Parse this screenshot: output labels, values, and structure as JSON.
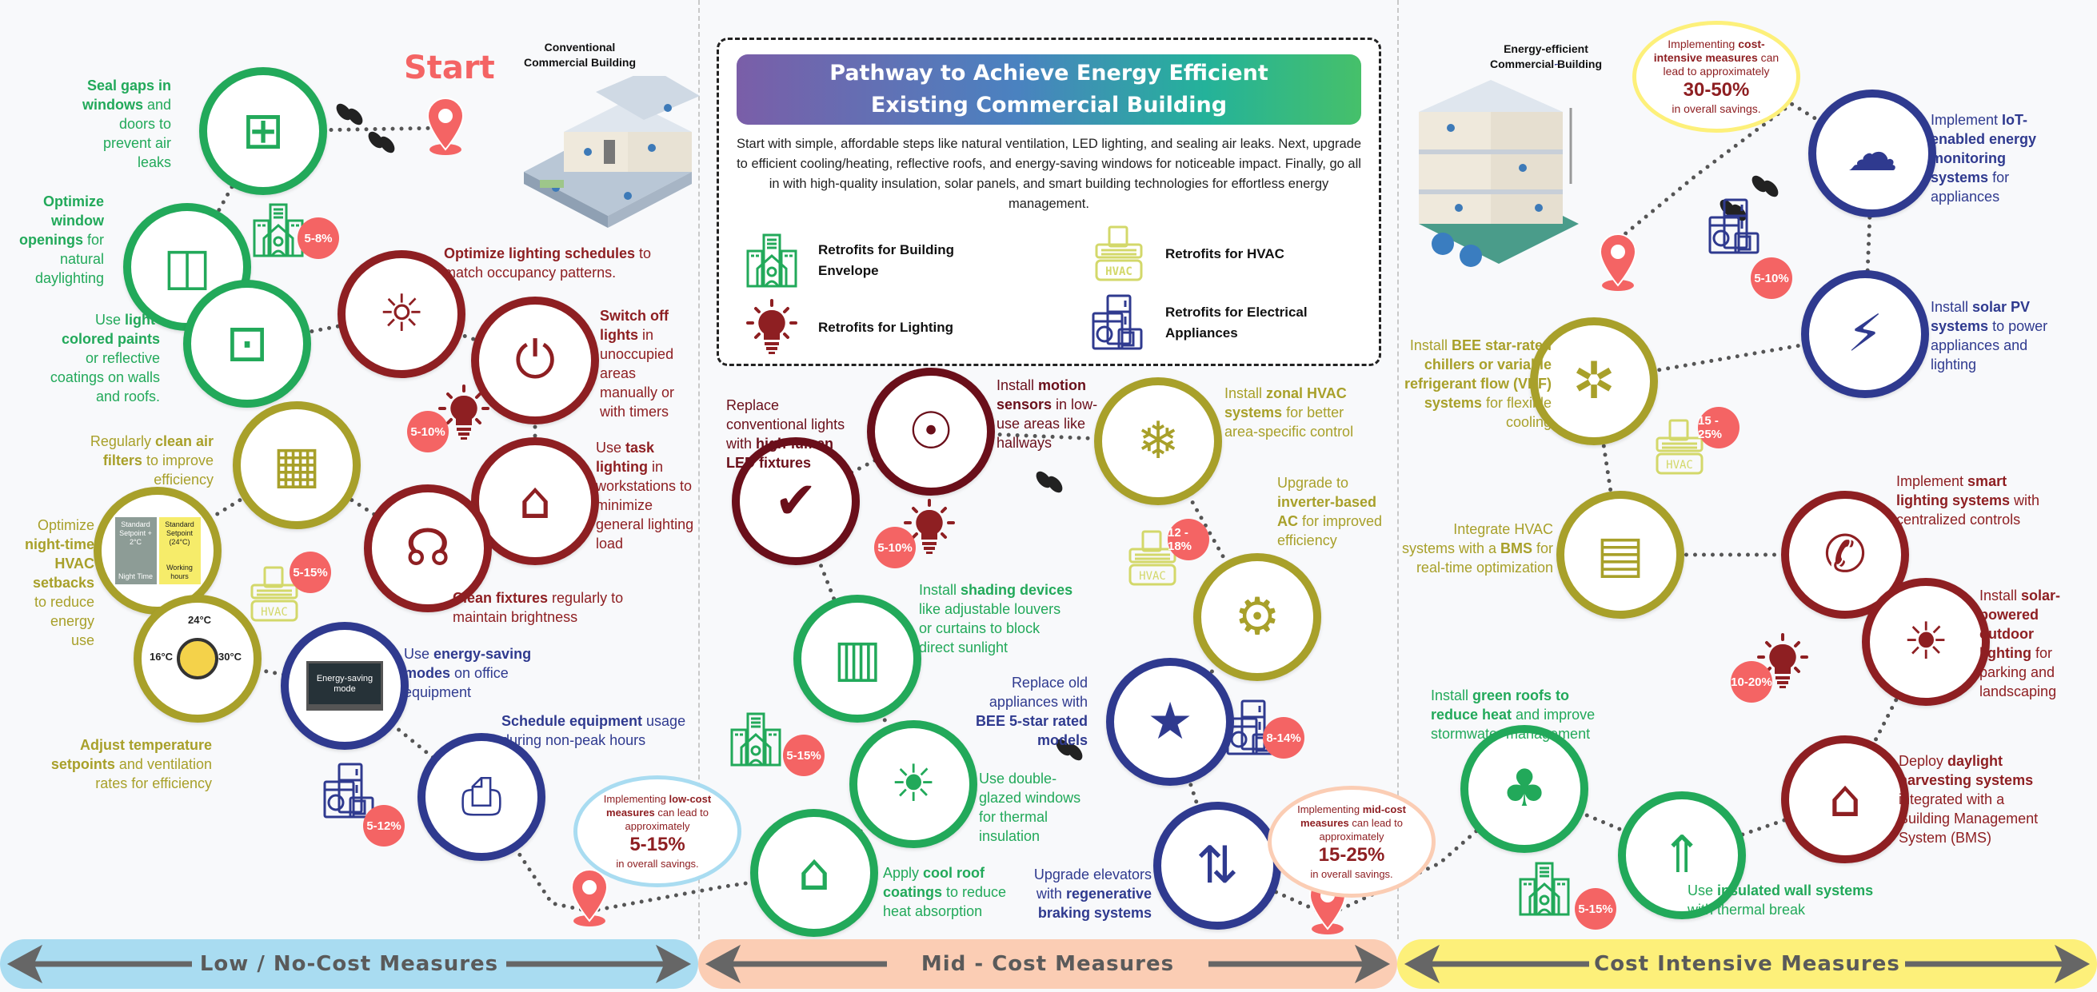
{
  "title": {
    "line1": "Pathway to Achieve Energy Efficient",
    "line2": "Existing Commercial Building",
    "description": "Start with simple, affordable steps like natural ventilation, LED lighting, and sealing air leaks. Next, upgrade to efficient cooling/heating, reflective roofs, and energy-saving windows for noticeable impact. Finally, go all in with high-quality insulation, solar panels, and smart building technologies for effortless energy management."
  },
  "legend": [
    {
      "label": "Retrofits for Building Envelope",
      "icon": "building-envelope-icon"
    },
    {
      "label": "Retrofits for Lighting",
      "icon": "lightbulb-icon"
    },
    {
      "label": "Retrofits for HVAC",
      "icon": "hvac-icon"
    },
    {
      "label": "Retrofits for Electrical Appliances",
      "icon": "appliances-icon"
    }
  ],
  "colors": {
    "envelope": "#22a95a",
    "lighting": "#8e1f22",
    "lighting_dark": "#6a0f1a",
    "hvac": "#a8a02a",
    "appliance": "#2f3a8f",
    "badge": "#f46464",
    "band_low": "#a9dcf1",
    "band_mid": "#fbcdb4",
    "band_high": "#fdf07a"
  },
  "start_label": "Start",
  "buildings": {
    "conventional": "Conventional Commercial Building",
    "efficient": "Energy-efficient Commercial Building"
  },
  "bands": [
    "Low / No-Cost Measures",
    "Mid - Cost Measures",
    "Cost Intensive Measures"
  ],
  "clouds": [
    {
      "pre": "Implementing ",
      "bold": "low-cost measures",
      "post": " can lead to approximately",
      "value": "5-15%",
      "tail": "in overall savings."
    },
    {
      "pre": "Implementing ",
      "bold": "mid-cost measures",
      "post": " can lead to approximately",
      "value": "15-25%",
      "tail": "in overall savings."
    },
    {
      "pre": "Implementing ",
      "bold": "cost-intensive measures",
      "post": " can lead to approximately",
      "value": "30-50%",
      "tail": "in overall savings."
    }
  ],
  "badges": [
    {
      "category": "envelope",
      "value": "5-8%"
    },
    {
      "category": "lighting",
      "value": "5-10%"
    },
    {
      "category": "hvac",
      "value": "5-15%"
    },
    {
      "category": "appliance",
      "value": "5-12%"
    },
    {
      "category": "lighting",
      "value": "5-10%"
    },
    {
      "category": "hvac",
      "value": "12 - 18%"
    },
    {
      "category": "envelope",
      "value": "5-15%"
    },
    {
      "category": "appliance",
      "value": "8-14%"
    },
    {
      "category": "appliance",
      "value": "5-10%"
    },
    {
      "category": "hvac",
      "value": "15 - 25%"
    },
    {
      "category": "lighting",
      "value": "10-20%"
    },
    {
      "category": "envelope",
      "value": "5-15%"
    }
  ],
  "inner_labels": {
    "night_setback": {
      "left_top": "Standard Setpoint + 2°C",
      "left_bottom": "Night Time",
      "right_top": "Standard Setpoint (24°C)",
      "right_bottom": "Working hours"
    },
    "thermostat": {
      "top": "24°C",
      "left": "16°C",
      "right": "30°C"
    },
    "laptop": "Energy-saving mode"
  },
  "steps": [
    {
      "id": "seal-gaps",
      "category": "envelope",
      "icon": "window-sealant-icon",
      "text": [
        {
          "t": "Seal gaps in windows",
          "b": true
        },
        {
          "t": " and doors to prevent air leaks"
        }
      ]
    },
    {
      "id": "window-openings",
      "category": "envelope",
      "icon": "sliding-window-icon",
      "text": [
        {
          "t": "Optimize window openings",
          "b": true
        },
        {
          "t": " for natural daylighting"
        }
      ]
    },
    {
      "id": "light-paints",
      "category": "envelope",
      "icon": "open-window-icon",
      "text": [
        {
          "t": "Use "
        },
        {
          "t": "light-colored paints",
          "b": true
        },
        {
          "t": " or reflective coatings on walls and roofs."
        }
      ]
    },
    {
      "id": "lighting-schedules",
      "category": "lighting",
      "icon": "people-lights-icon",
      "text": [
        {
          "t": "Optimize lighting schedules",
          "b": true
        },
        {
          "t": " to match occupancy patterns."
        }
      ]
    },
    {
      "id": "switch-off",
      "category": "lighting",
      "icon": "light-switch-room-icon",
      "text": [
        {
          "t": "Switch off lights",
          "b": true
        },
        {
          "t": " in unoccupied areas manually or with timers"
        }
      ]
    },
    {
      "id": "task-lighting",
      "category": "lighting",
      "icon": "desk-lamp-icon",
      "text": [
        {
          "t": "Use "
        },
        {
          "t": "task lighting",
          "b": true
        },
        {
          "t": " in workstations to minimize general lighting load"
        }
      ]
    },
    {
      "id": "air-filters",
      "category": "hvac",
      "icon": "ceiling-ac-filter-icon",
      "text": [
        {
          "t": "Regularly "
        },
        {
          "t": "clean air filters",
          "b": true
        },
        {
          "t": " to improve efficiency"
        }
      ]
    },
    {
      "id": "night-setbacks",
      "category": "hvac",
      "icon": "night-setback-icon",
      "text": [
        {
          "t": "Optimize "
        },
        {
          "t": "night-time HVAC setbacks",
          "b": true
        },
        {
          "t": " to reduce energy use"
        }
      ]
    },
    {
      "id": "clean-fixtures",
      "category": "lighting",
      "icon": "pendant-lamps-icon",
      "text": [
        {
          "t": "Clean fixtures",
          "b": true
        },
        {
          "t": " regularly to maintain brightness"
        }
      ]
    },
    {
      "id": "temp-setpoints",
      "category": "hvac",
      "icon": "thermostat-dial-icon",
      "text": [
        {
          "t": "Adjust temperature setpoints",
          "b": true
        },
        {
          "t": " and ventilation rates for efficiency"
        }
      ]
    },
    {
      "id": "energy-saving-modes",
      "category": "appliance",
      "icon": "laptop-icon",
      "text": [
        {
          "t": "Use "
        },
        {
          "t": "energy-saving modes",
          "b": true
        },
        {
          "t": " on office equipment"
        }
      ]
    },
    {
      "id": "schedule-equipment",
      "category": "appliance",
      "icon": "printer-clock-icon",
      "text": [
        {
          "t": "Schedule equipment",
          "b": true
        },
        {
          "t": " usage during non-peak hours"
        }
      ]
    },
    {
      "id": "led-fixtures",
      "category": "lighting_dark",
      "icon": "led-bulb-icon",
      "text": [
        {
          "t": "Replace conventional lights with "
        },
        {
          "t": "high-lumen LED fixtures",
          "b": true
        }
      ]
    },
    {
      "id": "motion-sensors",
      "category": "lighting_dark",
      "icon": "motion-sensor-icon",
      "text": [
        {
          "t": "Install "
        },
        {
          "t": "motion sensors",
          "b": true
        },
        {
          "t": " in low-use areas like hallways"
        }
      ]
    },
    {
      "id": "zonal-hvac",
      "category": "hvac",
      "icon": "zonal-hvac-icon",
      "text": [
        {
          "t": "Install "
        },
        {
          "t": "zonal HVAC systems",
          "b": true
        },
        {
          "t": " for better area-specific control"
        }
      ]
    },
    {
      "id": "inverter-ac",
      "category": "hvac",
      "icon": "inverter-ac-icon",
      "text": [
        {
          "t": "Upgrade to "
        },
        {
          "t": "inverter-based AC",
          "b": true
        },
        {
          "t": " for improved efficiency"
        }
      ]
    },
    {
      "id": "shading-devices",
      "category": "envelope",
      "icon": "shaded-window-icon",
      "text": [
        {
          "t": "Install "
        },
        {
          "t": "shading devices",
          "b": true
        },
        {
          "t": " like adjustable louvers or curtains to block direct sunlight"
        }
      ]
    },
    {
      "id": "double-glazed",
      "category": "envelope",
      "icon": "glazed-tower-icon",
      "text": [
        {
          "t": "Use double-glazed windows for thermal insulation"
        }
      ]
    },
    {
      "id": "cool-roof",
      "category": "envelope",
      "icon": "cool-roof-icon",
      "text": [
        {
          "t": "Apply "
        },
        {
          "t": "cool roof coatings",
          "b": true
        },
        {
          "t": " to reduce heat absorption"
        }
      ]
    },
    {
      "id": "bee-appliances",
      "category": "appliance",
      "icon": "star-rated-fridge-icon",
      "text": [
        {
          "t": "Replace old appliances with "
        },
        {
          "t": "BEE 5-star rated models",
          "b": true
        }
      ]
    },
    {
      "id": "elevators",
      "category": "appliance",
      "icon": "elevator-icon",
      "text": [
        {
          "t": "Upgrade elevators with "
        },
        {
          "t": "regenerative braking systems",
          "b": true
        }
      ]
    },
    {
      "id": "iot-monitoring",
      "category": "appliance",
      "icon": "iot-server-icon",
      "text": [
        {
          "t": "Implement "
        },
        {
          "t": "IoT-enabled energy monitoring systems",
          "b": true
        },
        {
          "t": " for appliances"
        }
      ]
    },
    {
      "id": "solar-pv",
      "category": "appliance",
      "icon": "solar-panel-ac-icon",
      "text": [
        {
          "t": "Install "
        },
        {
          "t": "solar PV systems",
          "b": true
        },
        {
          "t": " to power appliances and lighting"
        }
      ]
    },
    {
      "id": "vrf-chillers",
      "category": "hvac",
      "icon": "chiller-unit-icon",
      "text": [
        {
          "t": "Install "
        },
        {
          "t": "BEE star-rated chillers or variable refrigerant flow (VRF) systems",
          "b": true
        },
        {
          "t": " for flexible cooling"
        }
      ]
    },
    {
      "id": "hvac-bms",
      "category": "hvac",
      "icon": "bms-controller-icon",
      "text": [
        {
          "t": "Integrate HVAC systems with a "
        },
        {
          "t": "BMS",
          "b": true
        },
        {
          "t": " for real-time optimization"
        }
      ]
    },
    {
      "id": "smart-lighting",
      "category": "lighting",
      "icon": "smart-bulb-phone-icon",
      "text": [
        {
          "t": "Implement "
        },
        {
          "t": "smart lighting systems",
          "b": true
        },
        {
          "t": " with centralized controls"
        }
      ]
    },
    {
      "id": "solar-outdoor",
      "category": "lighting",
      "icon": "solar-carport-icon",
      "text": [
        {
          "t": "Install "
        },
        {
          "t": "solar-powered outdoor lighting",
          "b": true
        },
        {
          "t": " for parking and landscaping"
        }
      ]
    },
    {
      "id": "daylight-harvesting",
      "category": "lighting",
      "icon": "daylight-house-icon",
      "text": [
        {
          "t": "Deploy "
        },
        {
          "t": "daylight harvesting systems",
          "b": true
        },
        {
          "t": " integrated with a Building Management System (BMS)"
        }
      ]
    },
    {
      "id": "green-roofs",
      "category": "envelope",
      "icon": "green-roof-icon",
      "text": [
        {
          "t": "Install "
        },
        {
          "t": "green roofs to reduce heat",
          "b": true
        },
        {
          "t": " and improve stormwater management"
        }
      ]
    },
    {
      "id": "insulated-walls",
      "category": "envelope",
      "icon": "insulated-wall-icon",
      "text": [
        {
          "t": "Use "
        },
        {
          "t": "insulated wall systems",
          "b": true
        },
        {
          "t": " with thermal break"
        }
      ]
    }
  ]
}
